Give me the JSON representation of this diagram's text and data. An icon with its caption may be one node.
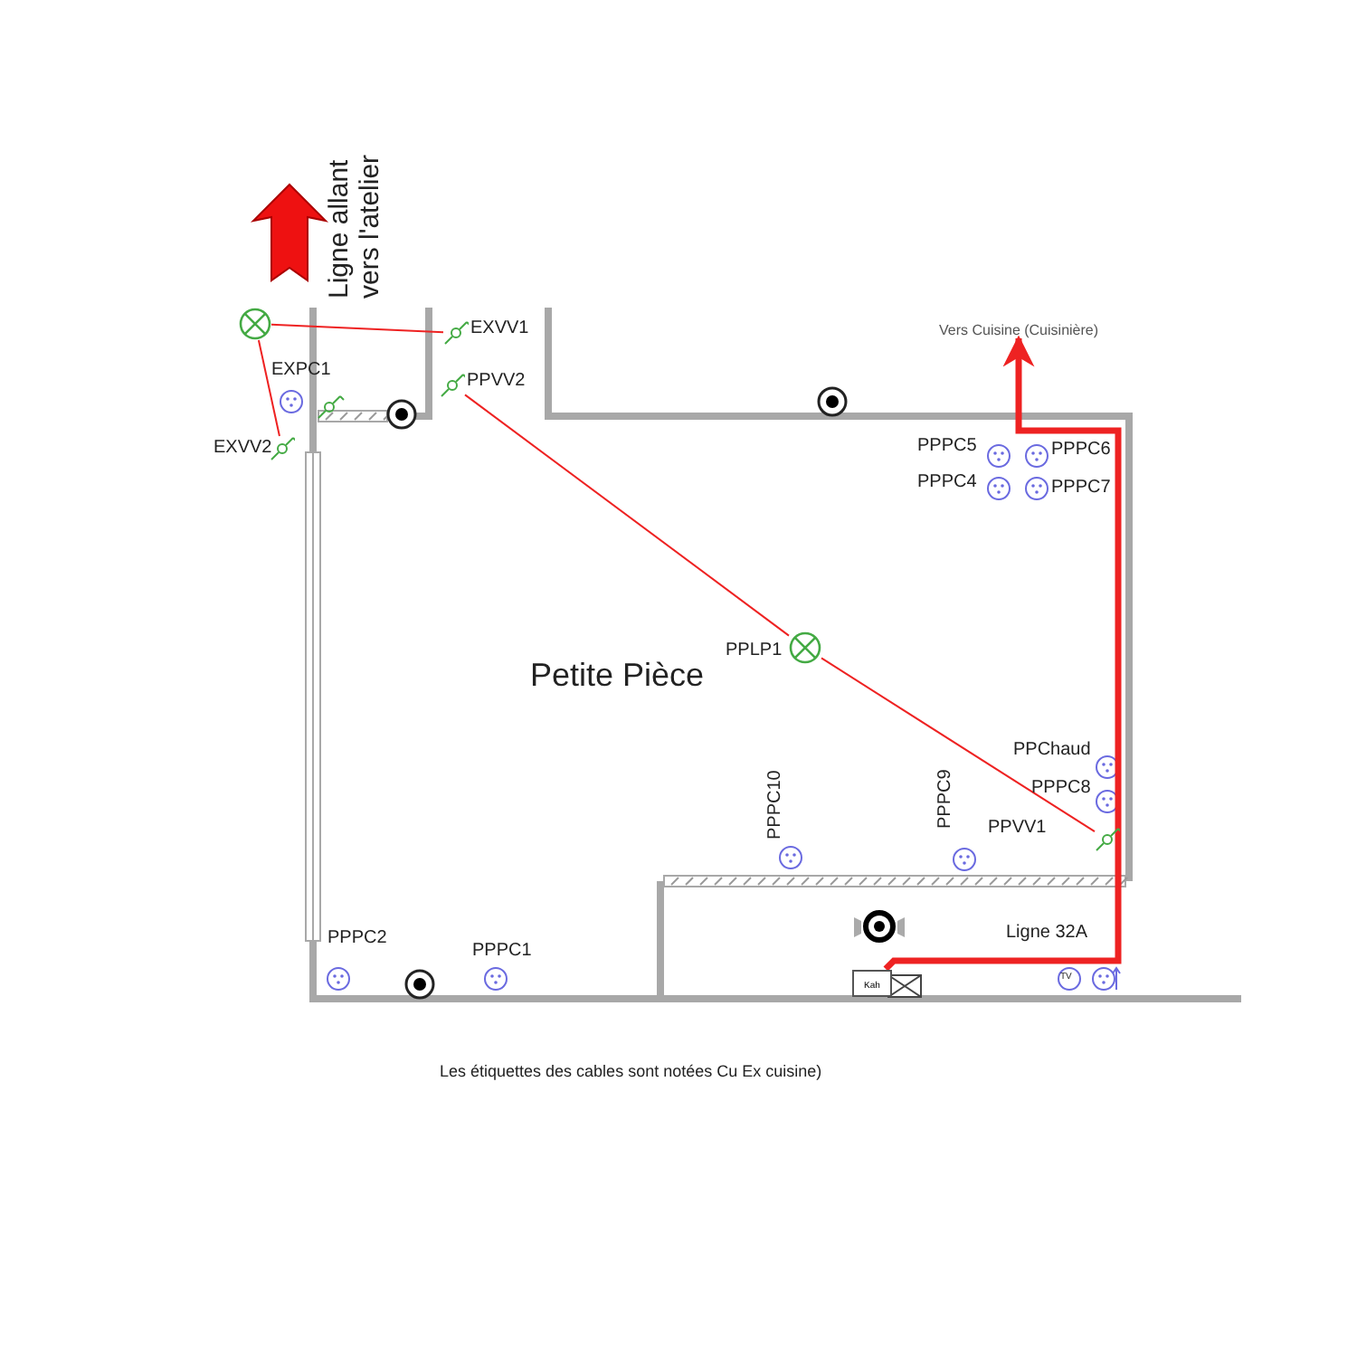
{
  "diagram": {
    "nodes": [
      {
        "text": [],
        "shape": "circle"
      },
      {
        "text": [],
        "shape": "switch",
        "beside": [
          "EXVV1"
        ]
      },
      {
        "text": [],
        "shape": "switch",
        "beside": [
          "EXVV2"
        ]
      },
      {
        "text": [],
        "shape": "switch",
        "beside": [
          "PPVV2"
        ]
      },
      {
        "text": [],
        "shape": "circle",
        "beside": [
          "PPLP1"
        ]
      },
      {
        "text": [],
        "shape": "switch",
        "beside": [
          "PPVV1"
        ]
      },
      {
        "text": [
          "Kah"
        ]
      },
      {
        "text": [
          "Vers Cuisine (Cuisinière)"
        ]
      }
    ],
    "edges": [
      {
        "from": 0,
        "to": 1,
        "arrow": "none"
      },
      {
        "from": 0,
        "to": 2,
        "arrow": "none"
      },
      {
        "from": 3,
        "to": 4,
        "arrow": "none"
      },
      {
        "from": 4,
        "to": 5,
        "arrow": "none"
      },
      {
        "from": 6,
        "to": 7,
        "arrow": "to",
        "style": "thick"
      }
    ],
    "labels": [
      "Ligne allant vers l'atelier",
      "EXPC1",
      "PPPC5",
      "PPPC6",
      "PPPC4",
      "PPPC7",
      "Petite Pièce",
      "PPChaud",
      "PPPC8",
      "PPPC10",
      "PPPC9",
      "Ligne 32A",
      "PPPC2",
      "PPPC1",
      "TV",
      "Les étiquettes des cables sont notées Cu Ex cuisine)"
    ]
  }
}
